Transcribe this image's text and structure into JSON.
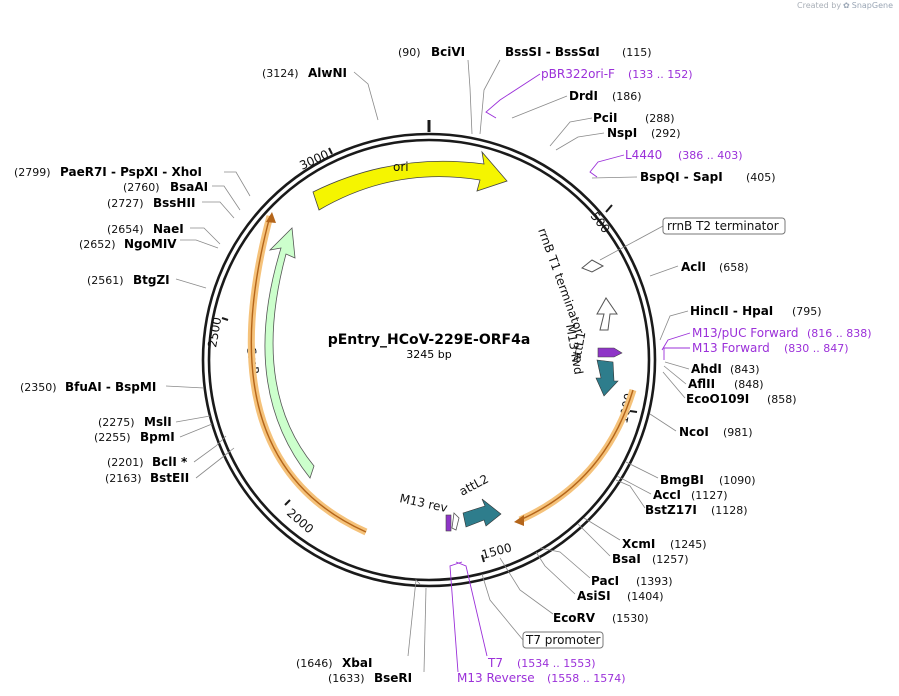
{
  "watermark": {
    "prefix": "Created by",
    "brand": "SnapGene"
  },
  "plasmid": {
    "name": "pEntry_HCoV-229E-ORF4a",
    "size_label": "3245 bp"
  },
  "ticks": [
    "500",
    "1000",
    "1500",
    "2000",
    "2500",
    "3000"
  ],
  "features": {
    "ori": "ori",
    "smr": "SmR",
    "rrnb_t1": "rrnB T1 terminator",
    "m13fwd": "M13 fwd",
    "attl1": "attL1",
    "attl2": "attL2",
    "m13rev": "M13 rev",
    "rrnb_t2": "rrnB T2 terminator",
    "t7_promoter": "T7 promoter"
  },
  "enzymes": {
    "bcivi": {
      "pos": "(90)",
      "name": "BciVI"
    },
    "bsssi": {
      "name": "BssSI  -  BssSαI",
      "pos": "(115)"
    },
    "drdi": {
      "name": "DrdI",
      "pos": "(186)"
    },
    "pcii": {
      "name": "PciI",
      "pos": "(288)"
    },
    "nspi": {
      "name": "NspI",
      "pos": "(292)"
    },
    "bspqi": {
      "name": "BspQI  -  SapI",
      "pos": "(405)"
    },
    "acli": {
      "name": "AclI",
      "pos": "(658)"
    },
    "hincii": {
      "name": "HincII  -  HpaI",
      "pos": "(795)"
    },
    "ahdi": {
      "name": "AhdI",
      "pos": "(843)"
    },
    "aflii": {
      "name": "AflII",
      "pos": "(848)"
    },
    "eco0109i": {
      "name": "EcoO109I",
      "pos": "(858)"
    },
    "ncoi": {
      "name": "NcoI",
      "pos": "(981)"
    },
    "bmgbi": {
      "name": "BmgBI",
      "pos": "(1090)"
    },
    "acci": {
      "name": "AccI",
      "pos": "(1127)"
    },
    "bstz17i": {
      "name": "BstZ17I",
      "pos": "(1128)"
    },
    "xcmi": {
      "name": "XcmI",
      "pos": "(1245)"
    },
    "bsai": {
      "name": "BsaI",
      "pos": "(1257)"
    },
    "paci": {
      "name": "PacI",
      "pos": "(1393)"
    },
    "asisi": {
      "name": "AsiSI",
      "pos": "(1404)"
    },
    "ecorv": {
      "name": "EcoRV",
      "pos": "(1530)"
    },
    "xbai": {
      "pos": "(1646)",
      "name": "XbaI"
    },
    "bseri": {
      "pos": "(1633)",
      "name": "BseRI"
    },
    "bstenii": {
      "pos": "(2163)",
      "name": "BstEII"
    },
    "bcli": {
      "pos": "(2201)",
      "name": "BclI *"
    },
    "bpmi": {
      "pos": "(2255)",
      "name": "BpmI"
    },
    "msli": {
      "pos": "(2275)",
      "name": "MslI"
    },
    "bfuai": {
      "pos": "(2350)",
      "name": "BfuAI  -  BspMI"
    },
    "btgzi": {
      "pos": "(2561)",
      "name": "BtgZI"
    },
    "ngomiv": {
      "pos": "(2652)",
      "name": "NgoMIV"
    },
    "naei": {
      "pos": "(2654)",
      "name": "NaeI"
    },
    "bsshii": {
      "pos": "(2727)",
      "name": "BssHII"
    },
    "bsaai": {
      "pos": "(2760)",
      "name": "BsaAI"
    },
    "paer7i": {
      "pos": "(2799)",
      "name": "PaeR7I  -  PspXI  -  XhoI"
    },
    "alwni": {
      "pos": "(3124)",
      "name": "AlwNI"
    }
  },
  "primers": {
    "pbr322": {
      "name": "pBR322ori-F",
      "range": "(133 .. 152)"
    },
    "l4440": {
      "name": "L4440",
      "range": "(386 .. 403)"
    },
    "m13puc": {
      "name": "M13/pUC Forward",
      "range": "(816 .. 838)"
    },
    "m13forward": {
      "name": "M13 Forward",
      "range": "(830 .. 847)"
    },
    "t7": {
      "name": "T7",
      "range": "(1534 .. 1553)"
    },
    "m13reverse": {
      "name": "M13 Reverse",
      "range": "(1558 .. 1574)"
    }
  },
  "colors": {
    "ori": "#f5f500",
    "smr": "#ccffcc",
    "att": "#2e7d8c",
    "orf": "#f5c27a",
    "orf_line": "#b4651a",
    "primer": "#9b30d9",
    "backbone": "#1a1a1a"
  }
}
